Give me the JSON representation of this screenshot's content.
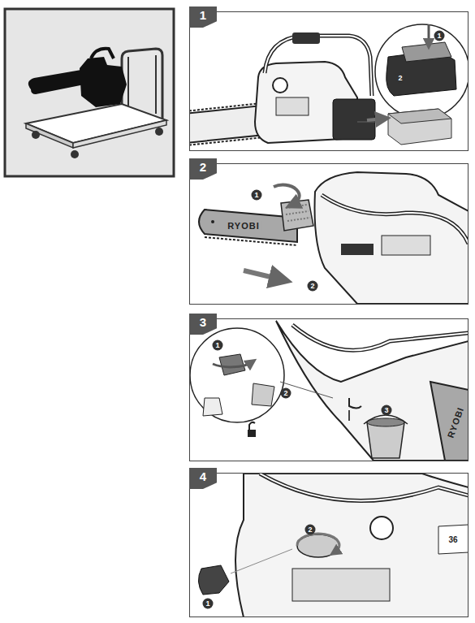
{
  "diagram": {
    "nodes": [
      {
        "text": [
          "1"
        ]
      },
      {
        "text": [
          "2"
        ]
      },
      {
        "text": [
          "3"
        ]
      },
      {
        "text": [
          "4"
        ]
      }
    ],
    "labels": [
      "1",
      "2",
      "RYOBI",
      "1",
      "2",
      "1",
      "2",
      "3",
      "RYOBI",
      "1",
      "2",
      "36"
    ]
  }
}
